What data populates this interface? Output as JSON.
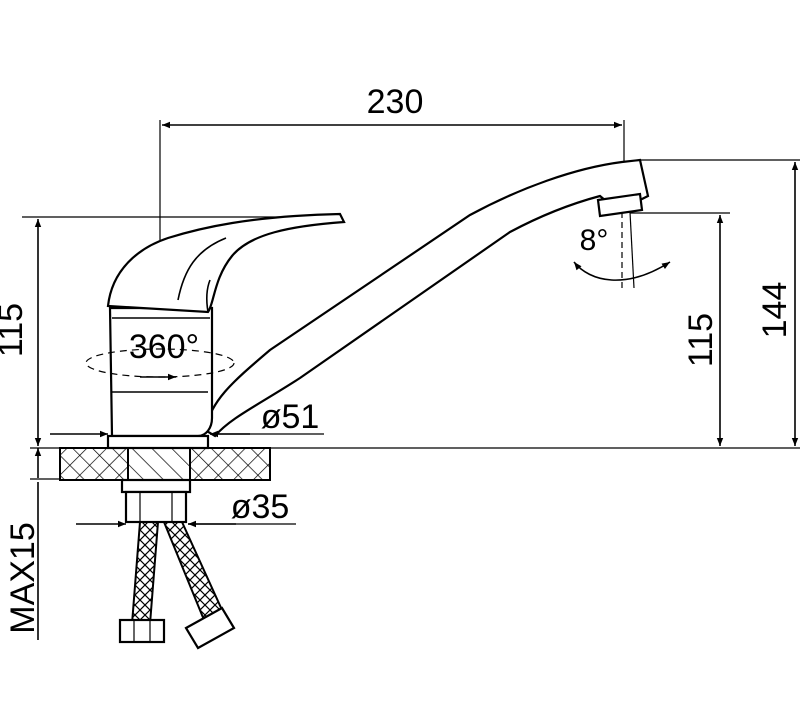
{
  "dimensions": {
    "spout_reach": "230",
    "body_height": "115",
    "spout_height": "115",
    "total_height": "144",
    "swivel_angle": "360°",
    "base_diameter": "ø51",
    "thread_diameter": "ø35",
    "max_counter_thickness": "MAX15",
    "aerator_angle": "8°"
  },
  "colors": {
    "line": "#000000",
    "background": "#ffffff"
  }
}
